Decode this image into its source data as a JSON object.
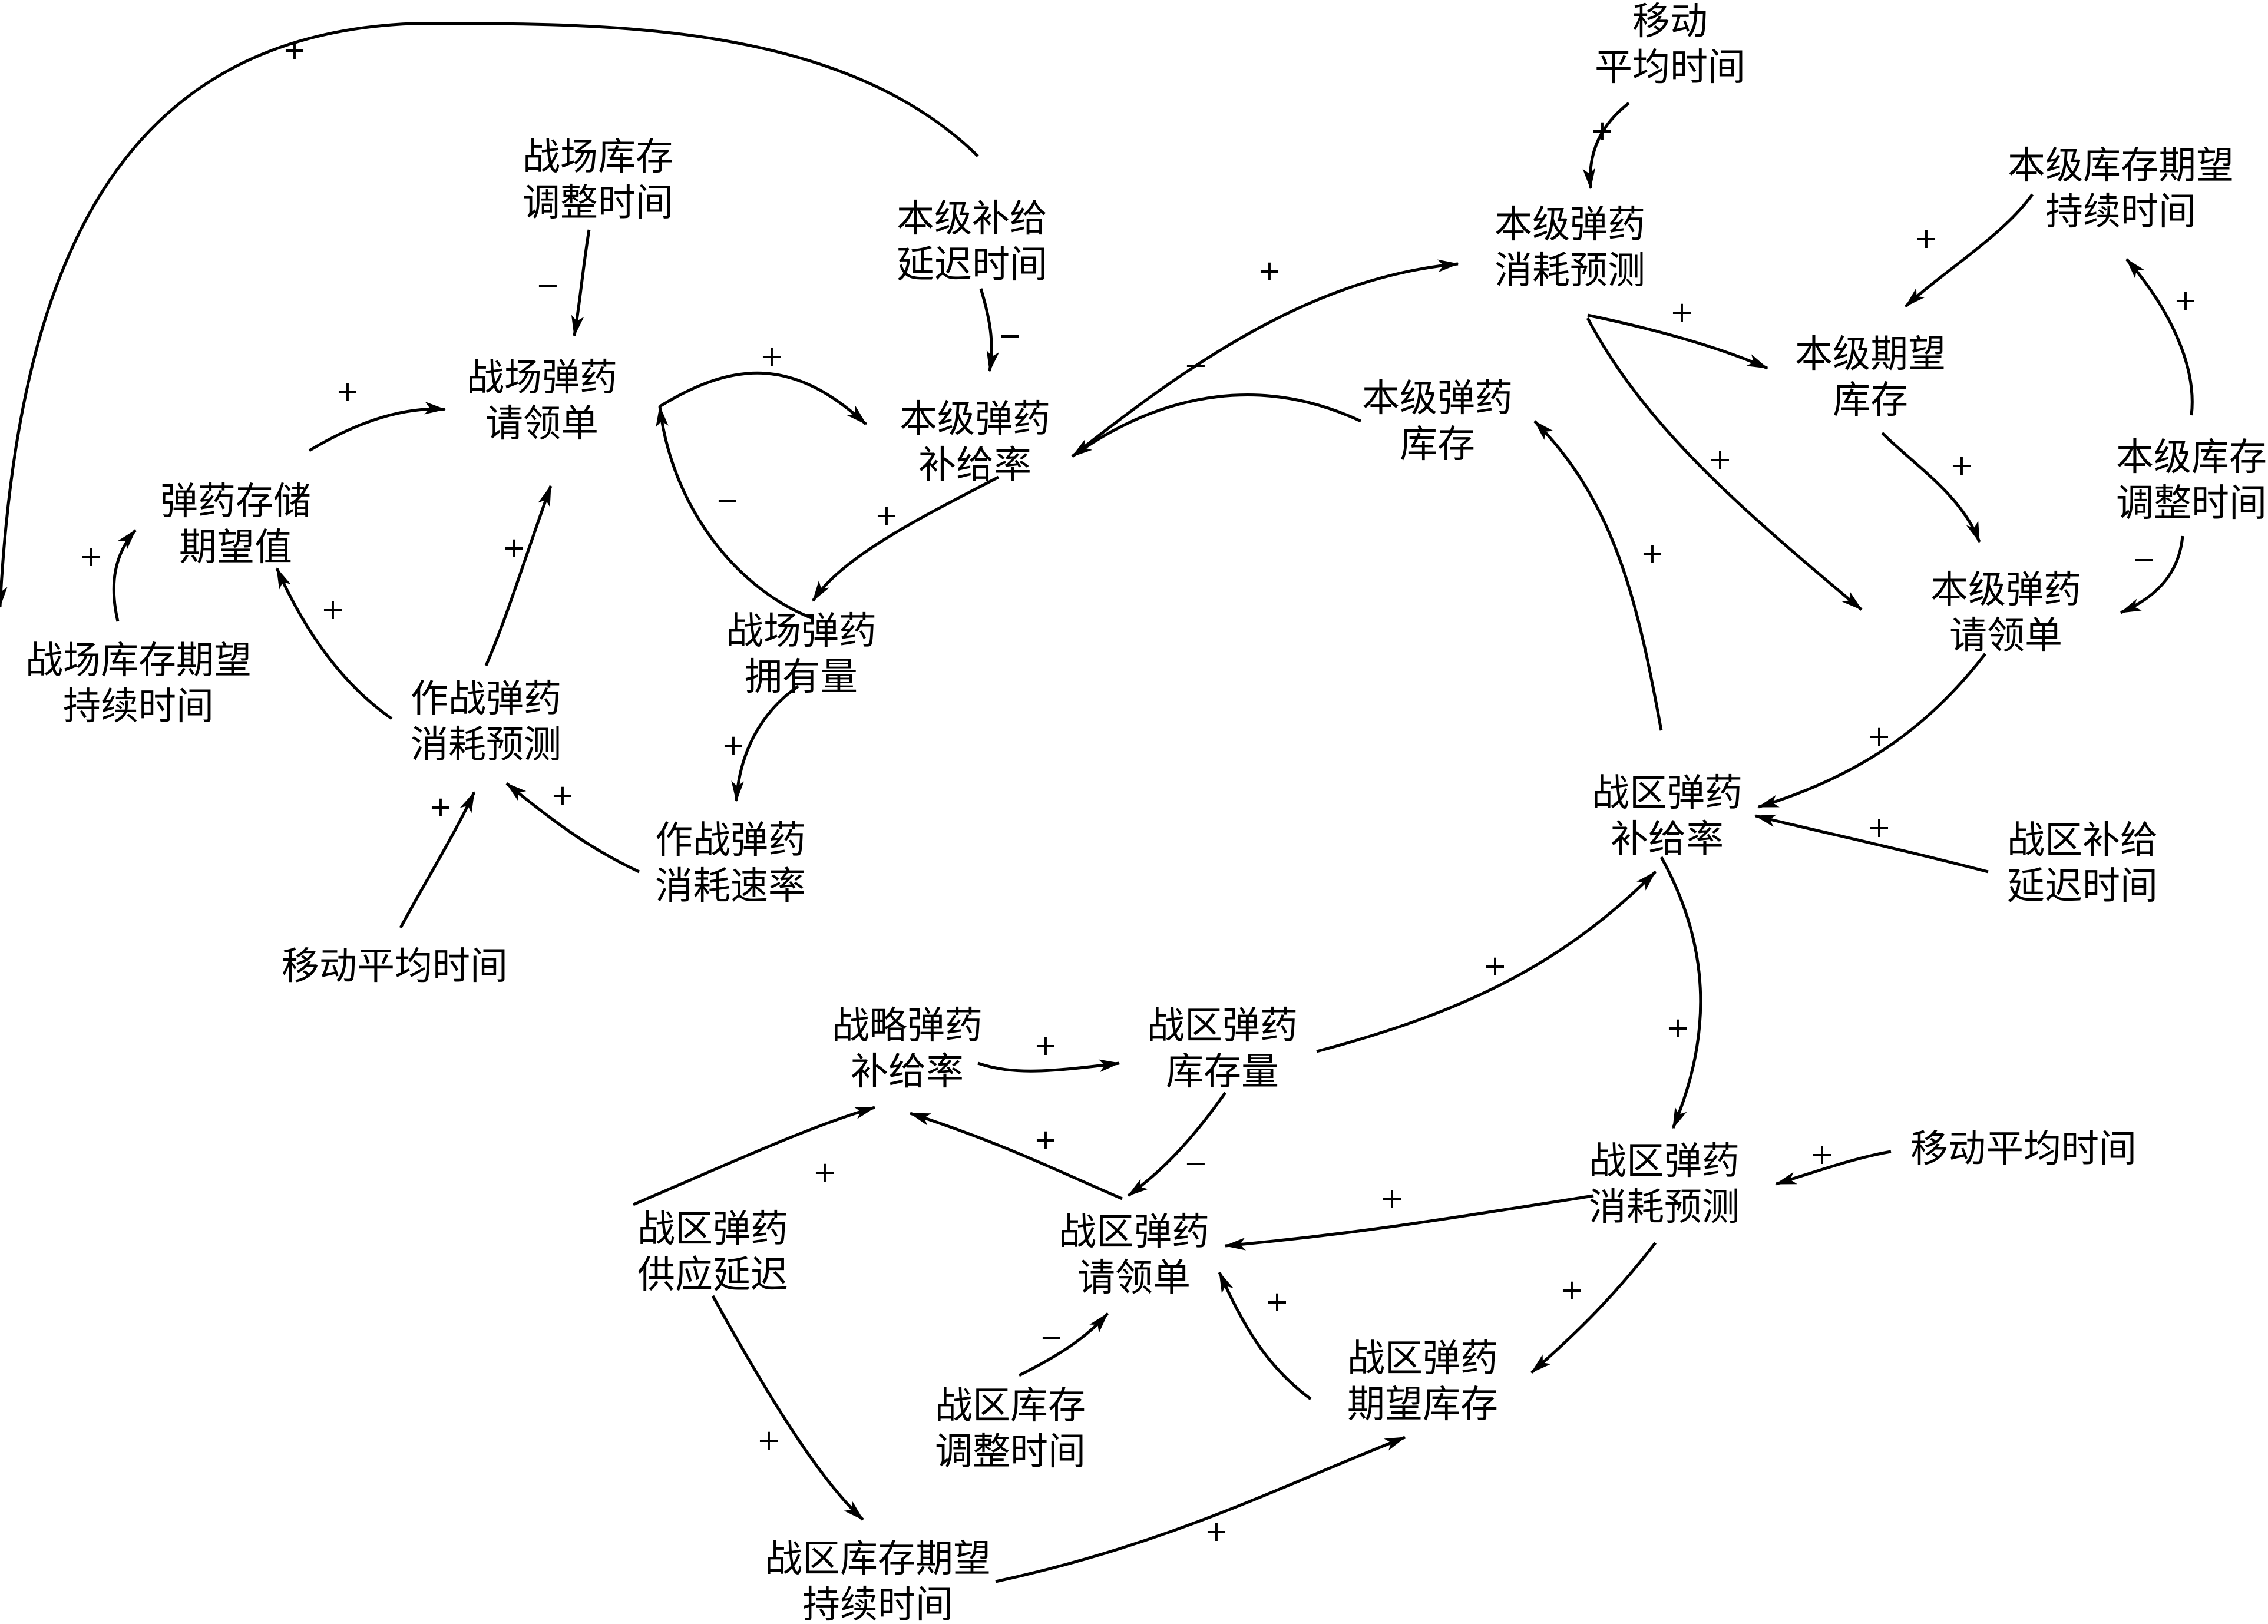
{
  "nodes": [
    {
      "id": "move_avg_top",
      "lines": [
        "移动",
        "平均时间"
      ]
    },
    {
      "id": "battle_inv_adjust",
      "lines": [
        "战场库存",
        "调整时间"
      ]
    },
    {
      "id": "level_delay",
      "lines": [
        "本级补给",
        "延迟时间"
      ]
    },
    {
      "id": "level_consume_forecast",
      "lines": [
        "本级弹药",
        "消耗预测"
      ]
    },
    {
      "id": "level_expect_duration",
      "lines": [
        "本级库存期望",
        "持续时间"
      ]
    },
    {
      "id": "battle_request",
      "lines": [
        "战场弹药",
        "请领单"
      ]
    },
    {
      "id": "level_supply_rate",
      "lines": [
        "本级弹药",
        "补给率"
      ]
    },
    {
      "id": "level_inventory",
      "lines": [
        "本级弹药",
        "库存"
      ]
    },
    {
      "id": "level_expect_inv",
      "lines": [
        "本级期望",
        "库存"
      ]
    },
    {
      "id": "level_inv_adjust",
      "lines": [
        "本级库存",
        "调整时间"
      ]
    },
    {
      "id": "ammo_storage_expect",
      "lines": [
        "弹药存储",
        "期望值"
      ]
    },
    {
      "id": "level_request",
      "lines": [
        "本级弹药",
        "请领单"
      ]
    },
    {
      "id": "battle_expect_duration",
      "lines": [
        "战场库存期望",
        "持续时间"
      ]
    },
    {
      "id": "battle_holding",
      "lines": [
        "战场弹药",
        "拥有量"
      ]
    },
    {
      "id": "combat_forecast",
      "lines": [
        "作战弹药",
        "消耗预测"
      ]
    },
    {
      "id": "theater_supply_rate",
      "lines": [
        "战区弹药",
        "补给率"
      ]
    },
    {
      "id": "combat_rate",
      "lines": [
        "作战弹药",
        "消耗速率"
      ]
    },
    {
      "id": "theater_delay",
      "lines": [
        "战区补给",
        "延迟时间"
      ]
    },
    {
      "id": "move_avg_left",
      "lines": [
        "移动平均时间"
      ]
    },
    {
      "id": "strategic_supply",
      "lines": [
        "战略弹药",
        "补给率"
      ]
    },
    {
      "id": "theater_inv_amount",
      "lines": [
        "战区弹药",
        "库存量"
      ]
    },
    {
      "id": "theater_forecast",
      "lines": [
        "战区弹药",
        "消耗预测"
      ]
    },
    {
      "id": "move_avg_right",
      "lines": [
        "移动平均时间"
      ]
    },
    {
      "id": "theater_request",
      "lines": [
        "战区弹药",
        "请领单"
      ]
    },
    {
      "id": "theater_supply_delay",
      "lines": [
        "战区弹药",
        "供应延迟"
      ]
    },
    {
      "id": "theater_expect_inv",
      "lines": [
        "战区弹药",
        "期望库存"
      ]
    },
    {
      "id": "theater_inv_adjust",
      "lines": [
        "战区库存",
        "调整时间"
      ]
    },
    {
      "id": "theater_expect_duration",
      "lines": [
        "战区库存期望",
        "持续时间"
      ]
    }
  ],
  "links": [
    {
      "from": "level_delay",
      "to": "battle_expect_duration",
      "polarity": "+"
    },
    {
      "from": "battle_inv_adjust",
      "to": "battle_request",
      "polarity": "−"
    },
    {
      "from": "level_delay",
      "to": "level_supply_rate",
      "polarity": "−"
    },
    {
      "from": "battle_request",
      "to": "level_supply_rate",
      "polarity": "+"
    },
    {
      "from": "battle_holding",
      "to": "battle_request",
      "polarity": "−"
    },
    {
      "from": "ammo_storage_expect",
      "to": "battle_request",
      "polarity": "+"
    },
    {
      "from": "battle_expect_duration",
      "to": "ammo_storage_expect",
      "polarity": "+"
    },
    {
      "from": "combat_forecast",
      "to": "ammo_storage_expect",
      "polarity": "+"
    },
    {
      "from": "combat_forecast",
      "to": "battle_request",
      "polarity": "+"
    },
    {
      "from": "level_supply_rate",
      "to": "battle_holding",
      "polarity": "+"
    },
    {
      "from": "battle_holding",
      "to": "combat_rate",
      "polarity": "+"
    },
    {
      "from": "combat_rate",
      "to": "combat_forecast",
      "polarity": "+"
    },
    {
      "from": "move_avg_left",
      "to": "combat_forecast",
      "polarity": "+"
    },
    {
      "from": "level_supply_rate",
      "to": "level_consume_forecast",
      "polarity": "+"
    },
    {
      "from": "level_inventory",
      "to": "level_supply_rate",
      "polarity": "−"
    },
    {
      "from": "move_avg_top",
      "to": "level_consume_forecast",
      "polarity": "+"
    },
    {
      "from": "level_consume_forecast",
      "to": "level_expect_inv",
      "polarity": "+"
    },
    {
      "from": "level_consume_forecast",
      "to": "level_request",
      "polarity": "+"
    },
    {
      "from": "level_expect_duration",
      "to": "level_expect_inv",
      "polarity": "+"
    },
    {
      "from": "level_expect_inv",
      "to": "level_request",
      "polarity": "+"
    },
    {
      "from": "level_inv_adjust",
      "to": "level_expect_duration",
      "polarity": "+"
    },
    {
      "from": "level_inv_adjust",
      "to": "level_request",
      "polarity": "−"
    },
    {
      "from": "level_request",
      "to": "theater_supply_rate",
      "polarity": "+"
    },
    {
      "from": "theater_delay",
      "to": "theater_supply_rate",
      "polarity": "+"
    },
    {
      "from": "theater_supply_rate",
      "to": "level_inventory",
      "polarity": "+"
    },
    {
      "from": "theater_supply_rate",
      "to": "theater_forecast",
      "polarity": "+"
    },
    {
      "from": "theater_inv_amount",
      "to": "theater_supply_rate",
      "polarity": "+"
    },
    {
      "from": "strategic_supply",
      "to": "theater_inv_amount",
      "polarity": "+"
    },
    {
      "from": "theater_request",
      "to": "strategic_supply",
      "polarity": "+"
    },
    {
      "from": "theater_inv_amount",
      "to": "theater_request",
      "polarity": "−"
    },
    {
      "from": "theater_supply_delay",
      "to": "strategic_supply",
      "polarity": "+"
    },
    {
      "from": "theater_supply_delay",
      "to": "theater_expect_duration",
      "polarity": "+"
    },
    {
      "from": "move_avg_right",
      "to": "theater_forecast",
      "polarity": "+"
    },
    {
      "from": "theater_forecast",
      "to": "theater_request",
      "polarity": "+"
    },
    {
      "from": "theater_forecast",
      "to": "theater_expect_inv",
      "polarity": "+"
    },
    {
      "from": "theater_expect_inv",
      "to": "theater_request",
      "polarity": "+"
    },
    {
      "from": "theater_inv_adjust",
      "to": "theater_request",
      "polarity": "−"
    },
    {
      "from": "theater_expect_duration",
      "to": "theater_expect_inv",
      "polarity": "+"
    }
  ]
}
